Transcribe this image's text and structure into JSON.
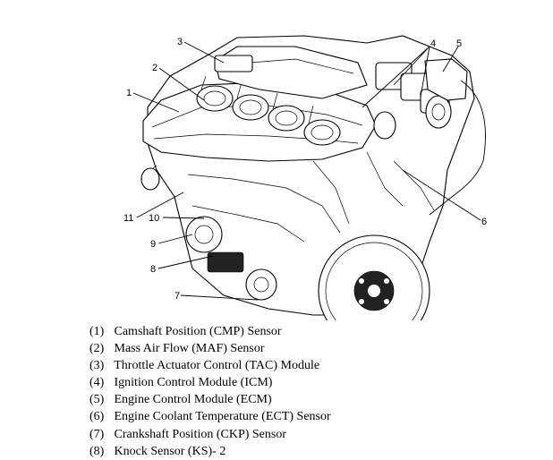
{
  "callouts": [
    "1",
    "2",
    "3",
    "4",
    "5",
    "6",
    "7",
    "8",
    "9",
    "10",
    "11"
  ],
  "legend": [
    {
      "num": "(1)",
      "text": "Camshaft Position (CMP) Sensor"
    },
    {
      "num": "(2)",
      "text": "Mass Air Flow (MAF) Sensor"
    },
    {
      "num": "(3)",
      "text": "Throttle Actuator Control (TAC) Module"
    },
    {
      "num": "(4)",
      "text": "Ignition Control Module (ICM)"
    },
    {
      "num": "(5)",
      "text": "Engine Control Module (ECM)"
    },
    {
      "num": "(6)",
      "text": "Engine Coolant Temperature (ECT) Sensor"
    },
    {
      "num": "(7)",
      "text": "Crankshaft Position (CKP) Sensor"
    },
    {
      "num": "(8)",
      "text": "Knock Sensor (KS)- 2"
    }
  ]
}
